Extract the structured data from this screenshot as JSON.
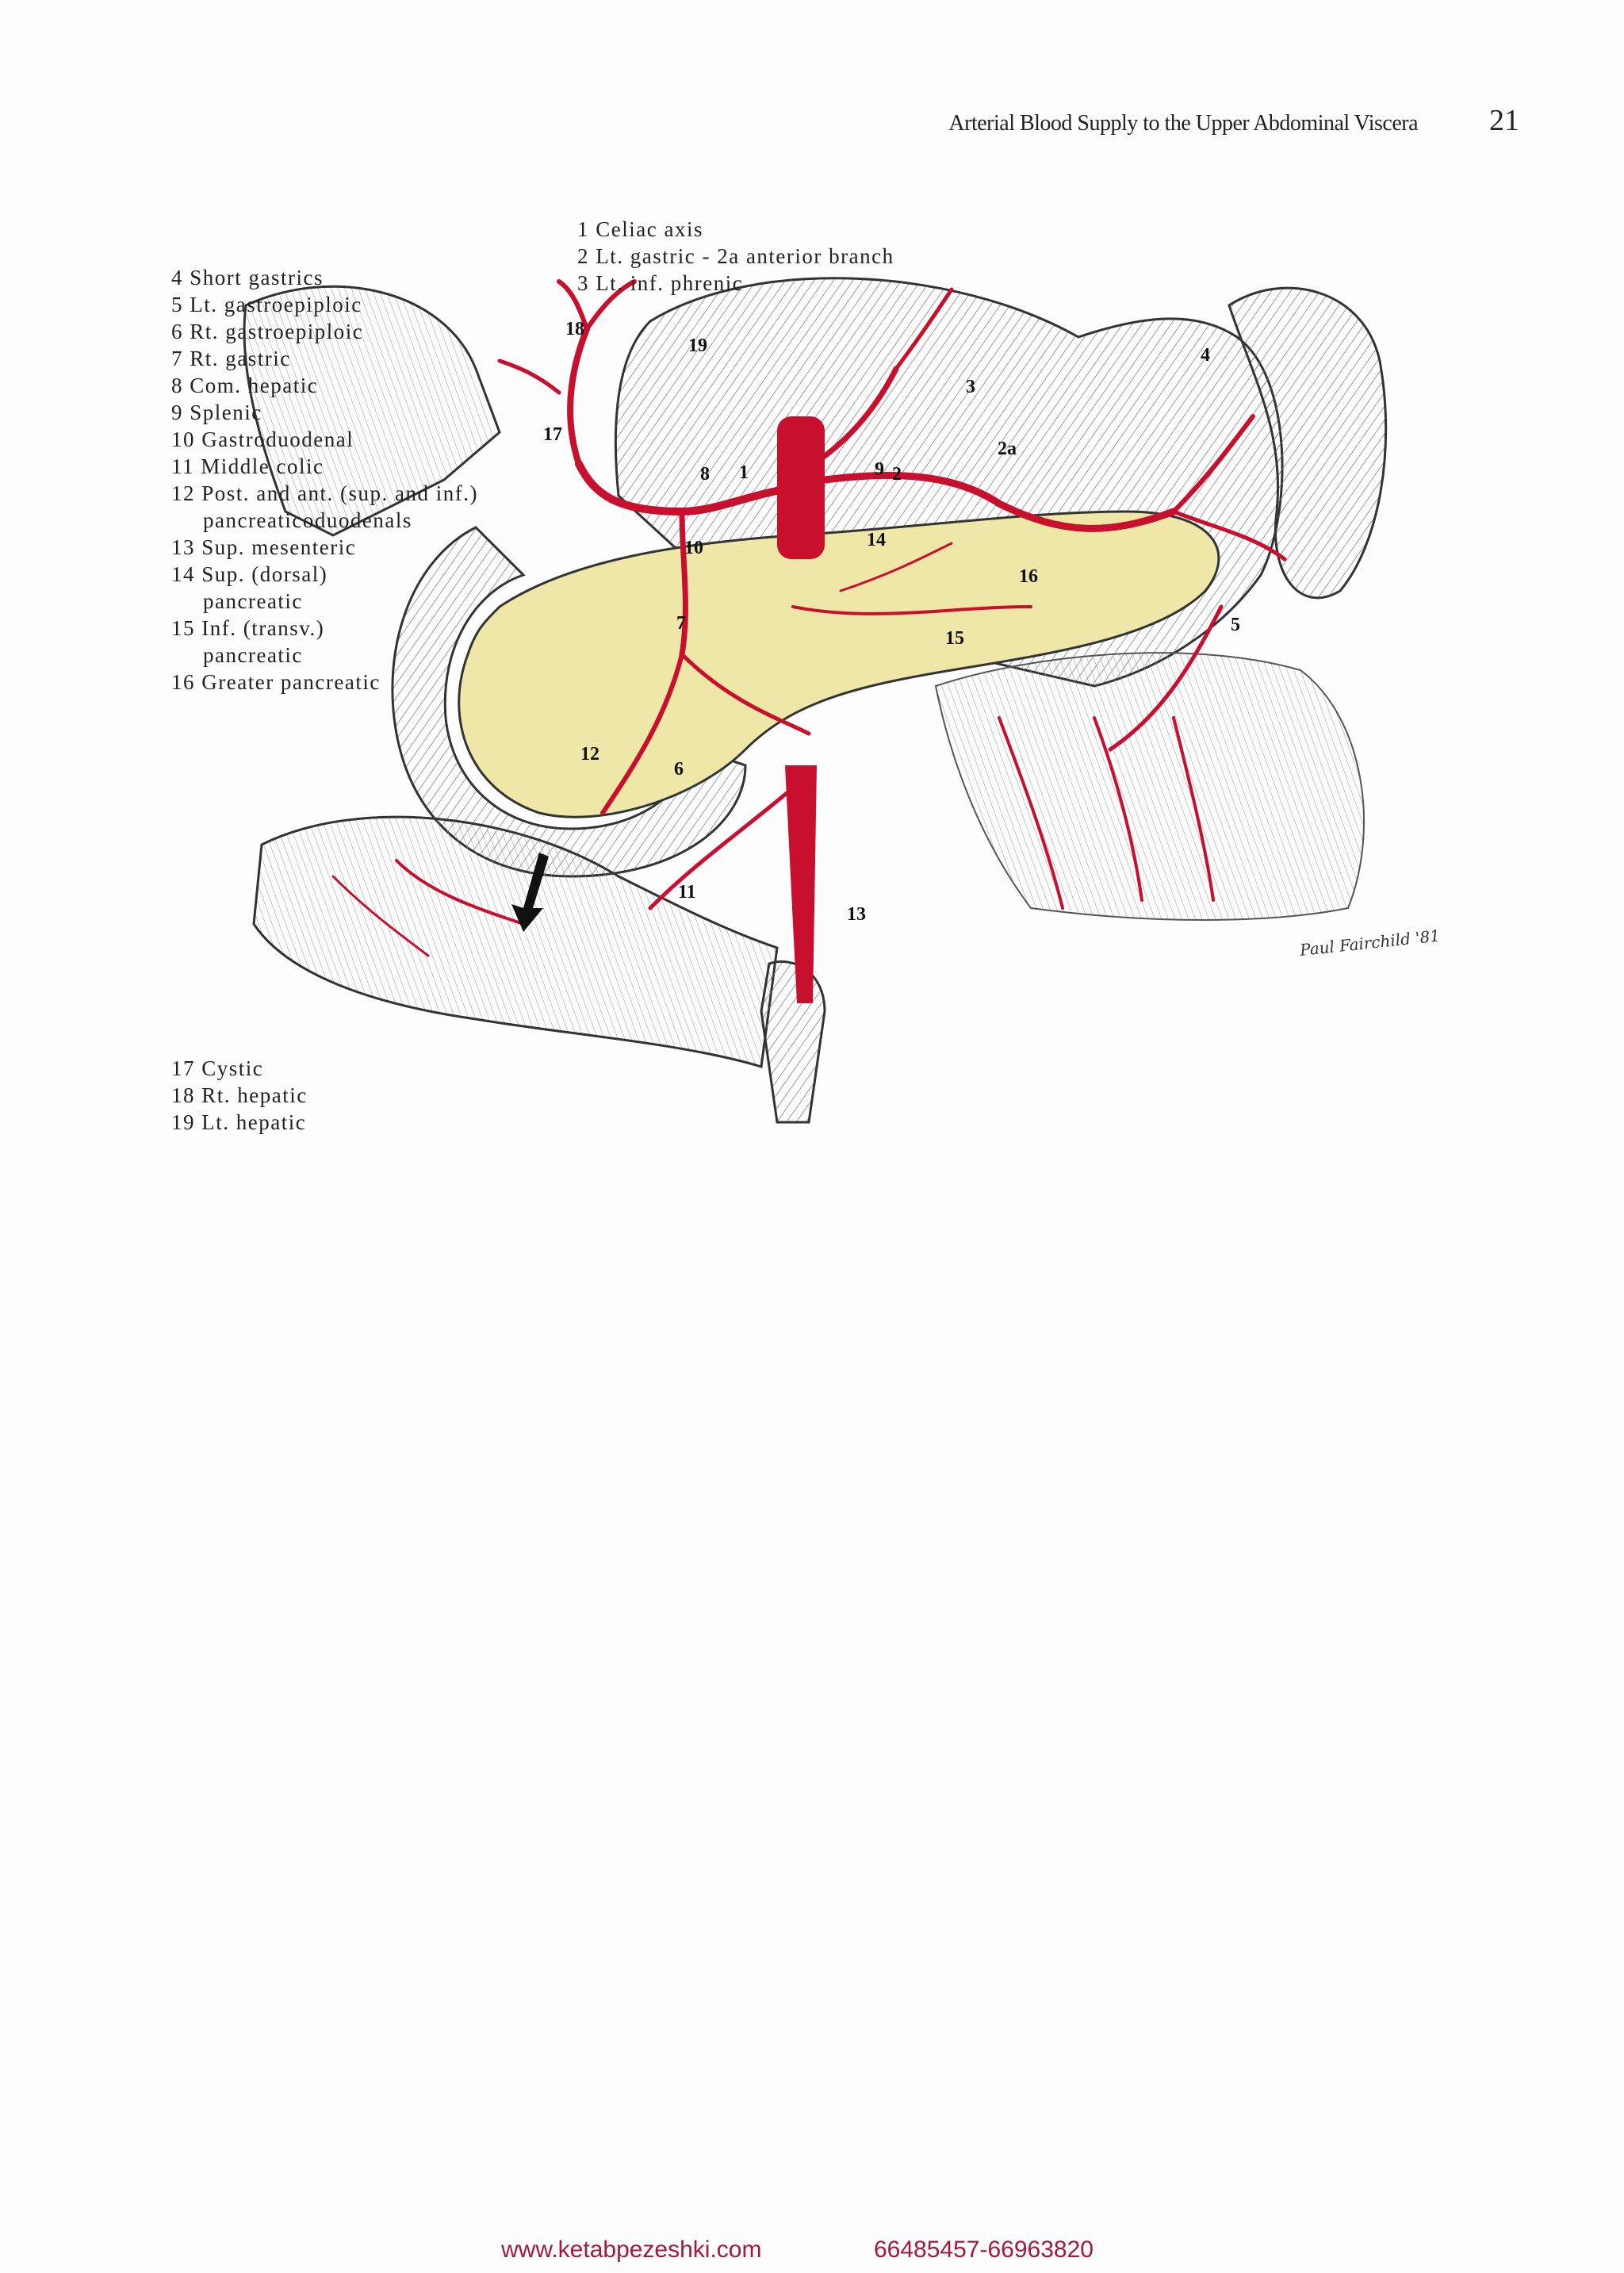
{
  "header": {
    "running_title": "Arterial Blood Supply to the Upper Abdominal Viscera",
    "page_number": "21"
  },
  "legend_top": [
    "1 Celiac axis",
    "2 Lt. gastric - 2a anterior branch",
    "3 Lt. inf. phrenic"
  ],
  "legend_left": [
    "4 Short gastrics",
    "5 Lt. gastroepiploic",
    "6 Rt. gastroepiploic",
    "7 Rt. gastric",
    "8 Com. hepatic",
    "9 Splenic",
    "10 Gastroduodenal",
    "11 Middle colic",
    "12 Post. and ant. (sup. and inf.)",
    "pancreaticoduodenals",
    "13 Sup. mesenteric",
    "14 Sup. (dorsal)",
    "pancreatic",
    "15 Inf. (transv.)",
    "pancreatic",
    "16 Greater pancreatic"
  ],
  "legend_bottom": [
    "17 Cystic",
    "18 Rt. hepatic",
    "19 Lt. hepatic"
  ],
  "figure_labels": {
    "n1": "1",
    "n2": "2",
    "n2a": "2a",
    "n3": "3",
    "n4": "4",
    "n5": "5",
    "n6": "6",
    "n7": "7",
    "n8": "8",
    "n9": "9",
    "n10": "10",
    "n11": "11",
    "n12": "12",
    "n13": "13",
    "n14": "14",
    "n15": "15",
    "n16": "16",
    "n17": "17",
    "n18": "18",
    "n19": "19"
  },
  "signature": "Paul Fairchild '81",
  "colors": {
    "artery": "#c8102e",
    "pancreas": "#efe7a8",
    "tissue": "#f2f2f2",
    "outline": "#333333",
    "footer": "#a3193a"
  },
  "footer": {
    "url": "www.ketabpezeshki.com",
    "phone": "66485457-66963820"
  }
}
